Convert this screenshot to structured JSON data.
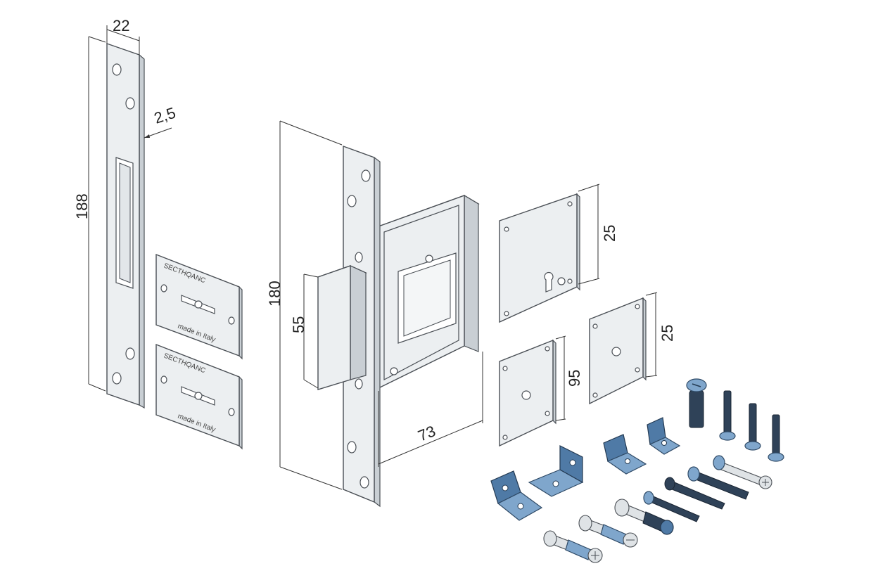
{
  "dimensions": {
    "strike_width": "22",
    "strike_thickness": "2,5",
    "strike_height": "188",
    "lock_height": "180",
    "bolt_height": "55",
    "lock_depth": "73",
    "escutcheon_large": "25",
    "escutcheon_small_a": "95",
    "escutcheon_small_b": "25"
  },
  "plates": {
    "brand": "SECTHQANC",
    "origin": "made in Italy"
  },
  "colors": {
    "steel": "#eceff1",
    "hardware_blue": "#7fa6cc",
    "hardware_navy": "#2f4258"
  }
}
